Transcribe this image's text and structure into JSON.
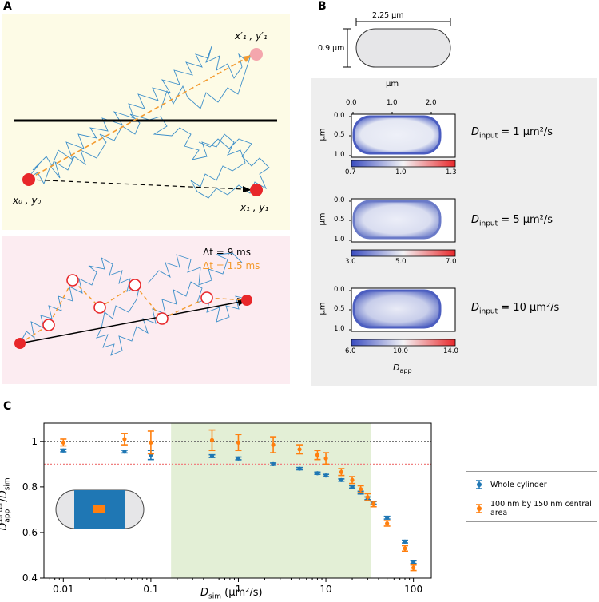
{
  "panels": {
    "a": "A",
    "b": "B",
    "c": "C"
  },
  "panelA": {
    "top_labels": {
      "start": "x₀ , y₀",
      "end": "x₁ , y₁",
      "end_prime": "x′₁ , y′₁"
    },
    "bottom_labels": {
      "dt_long": "Δt = 9 ms",
      "dt_short": "Δt = 1.5 ms"
    },
    "colors": {
      "top_bg": "#fdfbe6",
      "bottom_bg": "#fcecf1",
      "trajectory": "#3d8fc9",
      "arrow": "#f39a2e",
      "dot": "#e8272a",
      "dot_reflected": "#f4a6ad"
    }
  },
  "panelB": {
    "cell": {
      "width_label": "2.25 μm",
      "height_label": "0.9 μm"
    },
    "x_axis_label": "μm",
    "y_axis_label": "μm",
    "x_ticks": [
      "0.0",
      "1.0",
      "2.0"
    ],
    "y_ticks": [
      "0.0",
      "0.5",
      "1.0"
    ],
    "maps": [
      {
        "label": "D",
        "sub": "input",
        "value": " = 1 μm²/s",
        "cbar": [
          "0.7",
          "1.0",
          "1.3"
        ]
      },
      {
        "label": "D",
        "sub": "input",
        "value": " = 5 μm²/s",
        "cbar": [
          "3.0",
          "5.0",
          "7.0"
        ]
      },
      {
        "label": "D",
        "sub": "input",
        "value": " = 10 μm²/s",
        "cbar": [
          "6.0",
          "10.0",
          "14.0"
        ]
      }
    ],
    "cbar_label": "D",
    "cbar_label_sub": "app"
  },
  "chart_data": {
    "type": "scatter",
    "xscale": "log",
    "xlabel": "D_sim (μm²/s)",
    "ylabel": "D_app^center / D_sim",
    "xlim": [
      0.006,
      160
    ],
    "ylim": [
      0.4,
      1.08
    ],
    "x_ticks": [
      "0.01",
      "0.1",
      "1",
      "10",
      "100"
    ],
    "y_ticks": [
      "0.4",
      "0.6",
      "0.8",
      "1"
    ],
    "reference_lines": [
      1.0,
      0.9
    ],
    "shaded_range": [
      0.17,
      33
    ],
    "series": [
      {
        "name": "Whole cylinder",
        "color": "#1f77b4",
        "x": [
          0.01,
          0.05,
          0.1,
          0.5,
          1,
          2.5,
          5,
          8,
          10,
          15,
          20,
          25,
          30,
          35,
          50,
          80,
          100
        ],
        "y": [
          0.96,
          0.955,
          0.94,
          0.935,
          0.925,
          0.9,
          0.88,
          0.86,
          0.85,
          0.83,
          0.8,
          0.775,
          0.75,
          0.73,
          0.665,
          0.56,
          0.47
        ],
        "err": [
          0.006,
          0.006,
          0.02,
          0.006,
          0.006,
          0.005,
          0.005,
          0.005,
          0.005,
          0.005,
          0.005,
          0.006,
          0.006,
          0.006,
          0.006,
          0.006,
          0.006
        ]
      },
      {
        "name": "100 nm by 150 nm central area",
        "color": "#ff7f0e",
        "x": [
          0.01,
          0.05,
          0.1,
          0.5,
          1,
          2.5,
          5,
          8,
          10,
          15,
          20,
          25,
          30,
          35,
          50,
          80,
          100
        ],
        "y": [
          0.995,
          1.01,
          0.995,
          1.005,
          0.995,
          0.985,
          0.965,
          0.94,
          0.925,
          0.865,
          0.83,
          0.79,
          0.755,
          0.725,
          0.64,
          0.53,
          0.445
        ],
        "err": [
          0.015,
          0.025,
          0.05,
          0.045,
          0.035,
          0.035,
          0.02,
          0.02,
          0.025,
          0.015,
          0.015,
          0.015,
          0.015,
          0.012,
          0.012,
          0.012,
          0.012
        ]
      }
    ]
  }
}
